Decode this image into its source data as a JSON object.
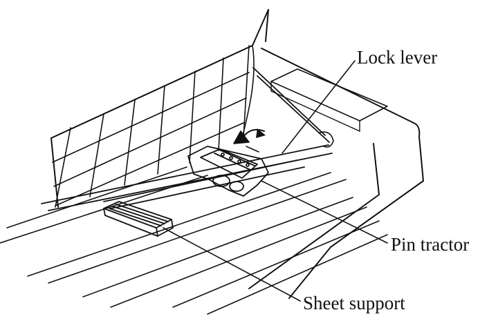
{
  "diagram": {
    "labels": {
      "lock_lever": "Lock lever",
      "pin_tractor": "Pin tractor",
      "sheet_support": "Sheet support"
    },
    "colors": {
      "ink": "#111111",
      "paper": "#ffffff"
    }
  }
}
